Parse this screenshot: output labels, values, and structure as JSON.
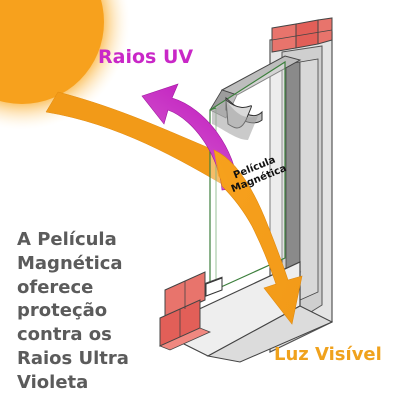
{
  "labels": {
    "uv": "Raios UV",
    "visible": "Luz Visível",
    "film": [
      "Película",
      "Magnética"
    ]
  },
  "caption": [
    "A Película",
    "Magnética",
    "oferece",
    "proteção",
    "contra os",
    "Raios Ultra",
    "Violeta"
  ],
  "colors": {
    "sun": "#f7a11d",
    "sun_glow": "#fde3a8",
    "uv": "#c927c7",
    "visible": "#f0a21d",
    "brick": "#e8746c",
    "frame": "#e9e9e9",
    "caption": "#5b5b5b"
  }
}
